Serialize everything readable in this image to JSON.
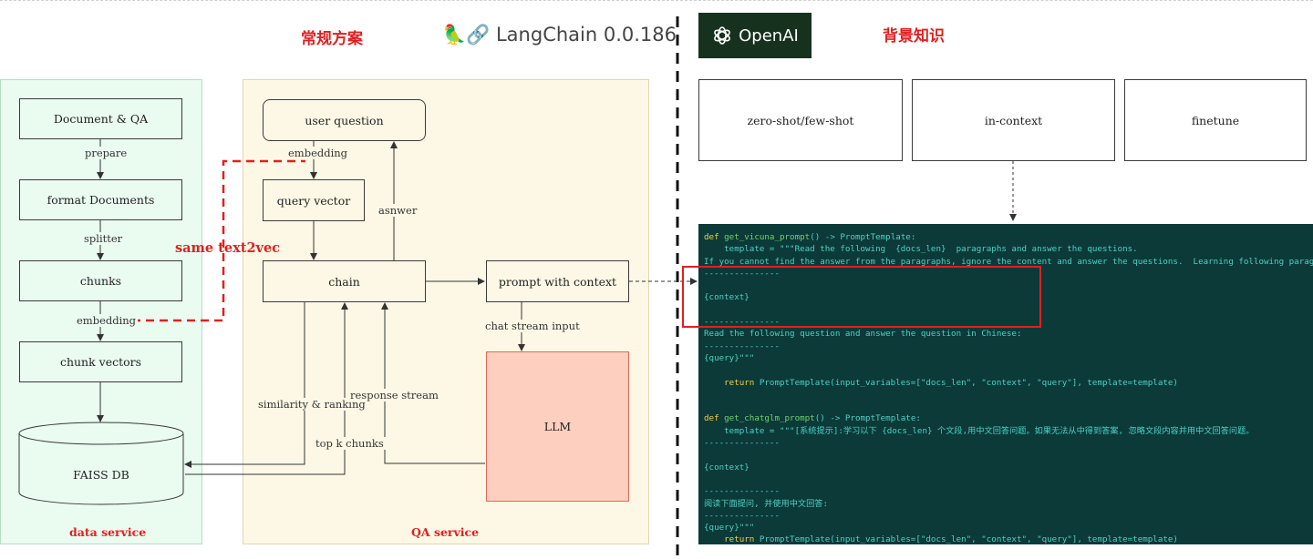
{
  "header": {
    "conventional_title": "常规方案",
    "langchain_emoji": "🦜🔗",
    "langchain_label": "LangChain 0.0.186",
    "openai_label": "OpenAI",
    "background_title": "背景知识"
  },
  "data_service": {
    "title": "data service",
    "nodes": {
      "document_qa": "Document & QA",
      "format_documents": "format Documents",
      "chunks": "chunks",
      "chunk_vectors": "chunk vectors",
      "faiss_db": "FAISS DB"
    },
    "edges": {
      "prepare": "prepare",
      "splitter": "splitter",
      "embedding": "embedding"
    }
  },
  "qa_service": {
    "title": "QA service",
    "nodes": {
      "user_question": "user question",
      "query_vector": "query vector",
      "chain": "chain",
      "prompt_with_context": "prompt with context",
      "llm": "LLM"
    },
    "edges": {
      "embedding": "embedding",
      "answer": "asnwer",
      "chat_stream_input": "chat stream input",
      "similarity_ranking": "similarity & ranking",
      "response_stream": "response stream",
      "top_k_chunks": "top k chunks"
    }
  },
  "annotation": {
    "same_text2vec": "same text2vec"
  },
  "background": {
    "boxes": {
      "zero_few_shot": "zero-shot/few-shot",
      "in_context": "in-context",
      "finetune": "finetune"
    },
    "code_lines": [
      {
        "segments": [
          {
            "t": "def ",
            "c": "kw"
          },
          {
            "t": "get_vicuna_prompt",
            "c": "fn"
          },
          {
            "t": "() -> PromptTemplate:",
            "c": ""
          }
        ]
      },
      {
        "segments": [
          {
            "t": "    template = \"\"\"Read the following  {docs_len}  paragraphs and answer the questions.",
            "c": ""
          }
        ]
      },
      {
        "segments": [
          {
            "t": "If you cannot find the answer from the paragraphs, ignore the content and answer the questions.  Learning following paragraphs:",
            "c": ""
          }
        ]
      },
      {
        "segments": [
          {
            "t": "---------------",
            "c": ""
          }
        ]
      },
      {
        "segments": [
          {
            "t": "",
            "c": ""
          }
        ]
      },
      {
        "segments": [
          {
            "t": "{context}",
            "c": ""
          }
        ]
      },
      {
        "segments": [
          {
            "t": "",
            "c": ""
          }
        ]
      },
      {
        "segments": [
          {
            "t": "---------------",
            "c": ""
          }
        ]
      },
      {
        "segments": [
          {
            "t": "Read the following question and answer the question in Chinese:",
            "c": ""
          }
        ]
      },
      {
        "segments": [
          {
            "t": "---------------",
            "c": ""
          }
        ]
      },
      {
        "segments": [
          {
            "t": "{query}\"\"\"",
            "c": ""
          }
        ]
      },
      {
        "segments": [
          {
            "t": "",
            "c": ""
          }
        ]
      },
      {
        "segments": [
          {
            "t": "    return ",
            "c": "kw"
          },
          {
            "t": "PromptTemplate(input_variables=[\"docs_len\", \"context\", \"query\"], template=template)",
            "c": ""
          }
        ]
      },
      {
        "segments": [
          {
            "t": "",
            "c": ""
          }
        ]
      },
      {
        "segments": [
          {
            "t": "",
            "c": ""
          }
        ]
      },
      {
        "segments": [
          {
            "t": "def ",
            "c": "kw"
          },
          {
            "t": "get_chatglm_prompt",
            "c": "fn"
          },
          {
            "t": "() -> PromptTemplate:",
            "c": ""
          }
        ]
      },
      {
        "segments": [
          {
            "t": "    template = \"\"\"[系统提示]:学习以下 {docs_len} 个文段,用中文回答问题。如果无法从中得到答案, 忽略文段内容并用中文回答问题。",
            "c": ""
          }
        ]
      },
      {
        "segments": [
          {
            "t": "---------------",
            "c": ""
          }
        ]
      },
      {
        "segments": [
          {
            "t": "",
            "c": ""
          }
        ]
      },
      {
        "segments": [
          {
            "t": "{context}",
            "c": ""
          }
        ]
      },
      {
        "segments": [
          {
            "t": "",
            "c": ""
          }
        ]
      },
      {
        "segments": [
          {
            "t": "---------------",
            "c": ""
          }
        ]
      },
      {
        "segments": [
          {
            "t": "阅读下面提问, 并使用中文回答:",
            "c": ""
          }
        ]
      },
      {
        "segments": [
          {
            "t": "---------------",
            "c": ""
          }
        ]
      },
      {
        "segments": [
          {
            "t": "{query}\"\"\"",
            "c": ""
          }
        ]
      },
      {
        "segments": [
          {
            "t": "    return ",
            "c": "kw"
          },
          {
            "t": "PromptTemplate(input_variables=[\"docs_len\", \"context\", \"query\"], template=template)",
            "c": ""
          }
        ]
      }
    ]
  },
  "colors": {
    "highlight_red": "#e02020",
    "code_background": "#0b3a38",
    "data_panel": "#eafbf0",
    "qa_panel": "#fdf8e6",
    "llm_fill": "#fdcfbf"
  }
}
